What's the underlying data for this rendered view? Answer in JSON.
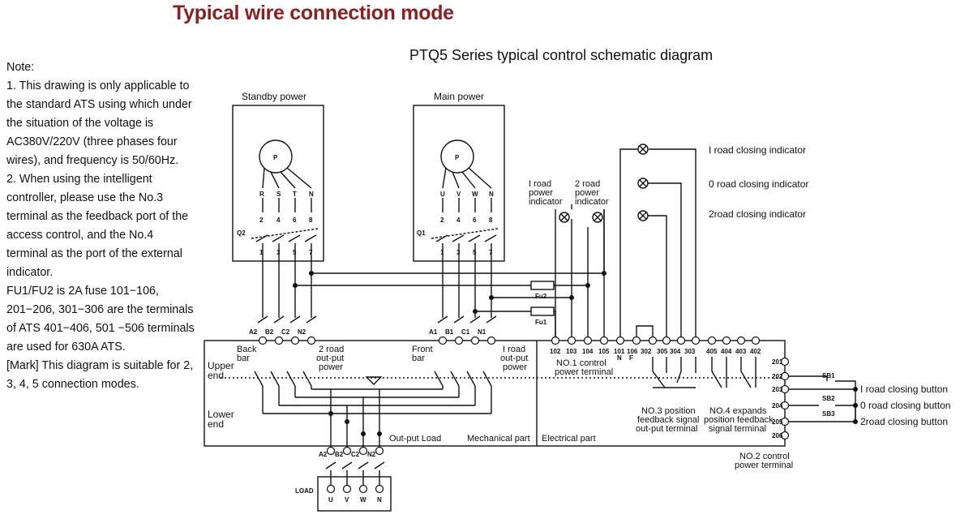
{
  "title": "Typical wire connection mode",
  "subtitle": "PTQ5 Series typical control schematic diagram",
  "notes": [
    "Note:",
    "1. This drawing is only applicable to the standard ATS using which under the situation of the voltage is AC380V/220V (three phases four wires), and frequency is 50/60Hz.",
    "2. When using the intelligent controller, please use the No.3 terminal as the feedback port of the access control, and the No.4 terminal as the port of the external indicator.",
    "FU1/FU2 is 2A fuse 101−106, 201−206, 301−306 are the terminals of ATS 401−406, 501 −506 terminals are used for 630A ATS.",
    "[Mark] This diagram is suitable for 2, 3, 4, 5 connection modes."
  ],
  "diagram": {
    "standby_power": "Standby power",
    "main_power": "Main power",
    "motor_label": "P",
    "standby_phases": [
      "R",
      "S",
      "T",
      "N"
    ],
    "main_phases": [
      "U",
      "V",
      "W",
      "N"
    ],
    "upper_terminals": [
      "2",
      "4",
      "6",
      "8"
    ],
    "lower_terminals": [
      "1",
      "3",
      "5",
      "7"
    ],
    "q2": "Q2",
    "q1": "Q1",
    "standby_bus": [
      "A2",
      "B2",
      "C2",
      "N2"
    ],
    "main_bus": [
      "A1",
      "B1",
      "C1",
      "N1"
    ],
    "back_bar": [
      "Back",
      "bar"
    ],
    "front_bar": [
      "Front",
      "bar"
    ],
    "road2_output": [
      "2 road",
      "out-put",
      "power"
    ],
    "road1_output": [
      "I road",
      "out-put",
      "power"
    ],
    "upper_end": [
      "Upper",
      "end"
    ],
    "lower_end": [
      "Lower",
      "end"
    ],
    "output_load": "Out-put Load",
    "mechanical_part": "Mechanical part",
    "electrical_part": "Electrical part",
    "road1_power_indicator": [
      "I road",
      "power",
      "indicator"
    ],
    "road2_power_indicator": [
      "2 road",
      "power",
      "indicator"
    ],
    "closing_indicators": [
      "I road closing indicator",
      "0 road closing indicator",
      "2road closing indicator"
    ],
    "fu2": "Fu2",
    "fu1": "Fu1",
    "no1_terminals": [
      "102",
      "103",
      "104",
      "105",
      "101",
      "106"
    ],
    "no1_sub": [
      "N",
      "F"
    ],
    "no3_terminals": [
      "302",
      "305",
      "304",
      "303"
    ],
    "no4_terminals": [
      "405",
      "404",
      "403",
      "402"
    ],
    "no1_label": [
      "NO.1 control",
      "power terminal"
    ],
    "no3_label": [
      "NO.3 position",
      "feedback signal",
      "out-put terminal"
    ],
    "no4_label": [
      "NO.4 expands",
      "position feedback",
      "signal terminal"
    ],
    "no2_terminals": [
      "201",
      "202",
      "203",
      "204",
      "205",
      "206"
    ],
    "no2_label": [
      "NO.2 control",
      "power terminal"
    ],
    "switches": [
      "SB1",
      "SB2",
      "SB3"
    ],
    "closing_buttons": [
      "I road closing button",
      "0 road closing button",
      "2road closing button"
    ],
    "load_bus": [
      "A2",
      "B2",
      "C2",
      "N2"
    ],
    "load_label": "LOAD",
    "load_phases": [
      "U",
      "V",
      "W",
      "N"
    ]
  }
}
